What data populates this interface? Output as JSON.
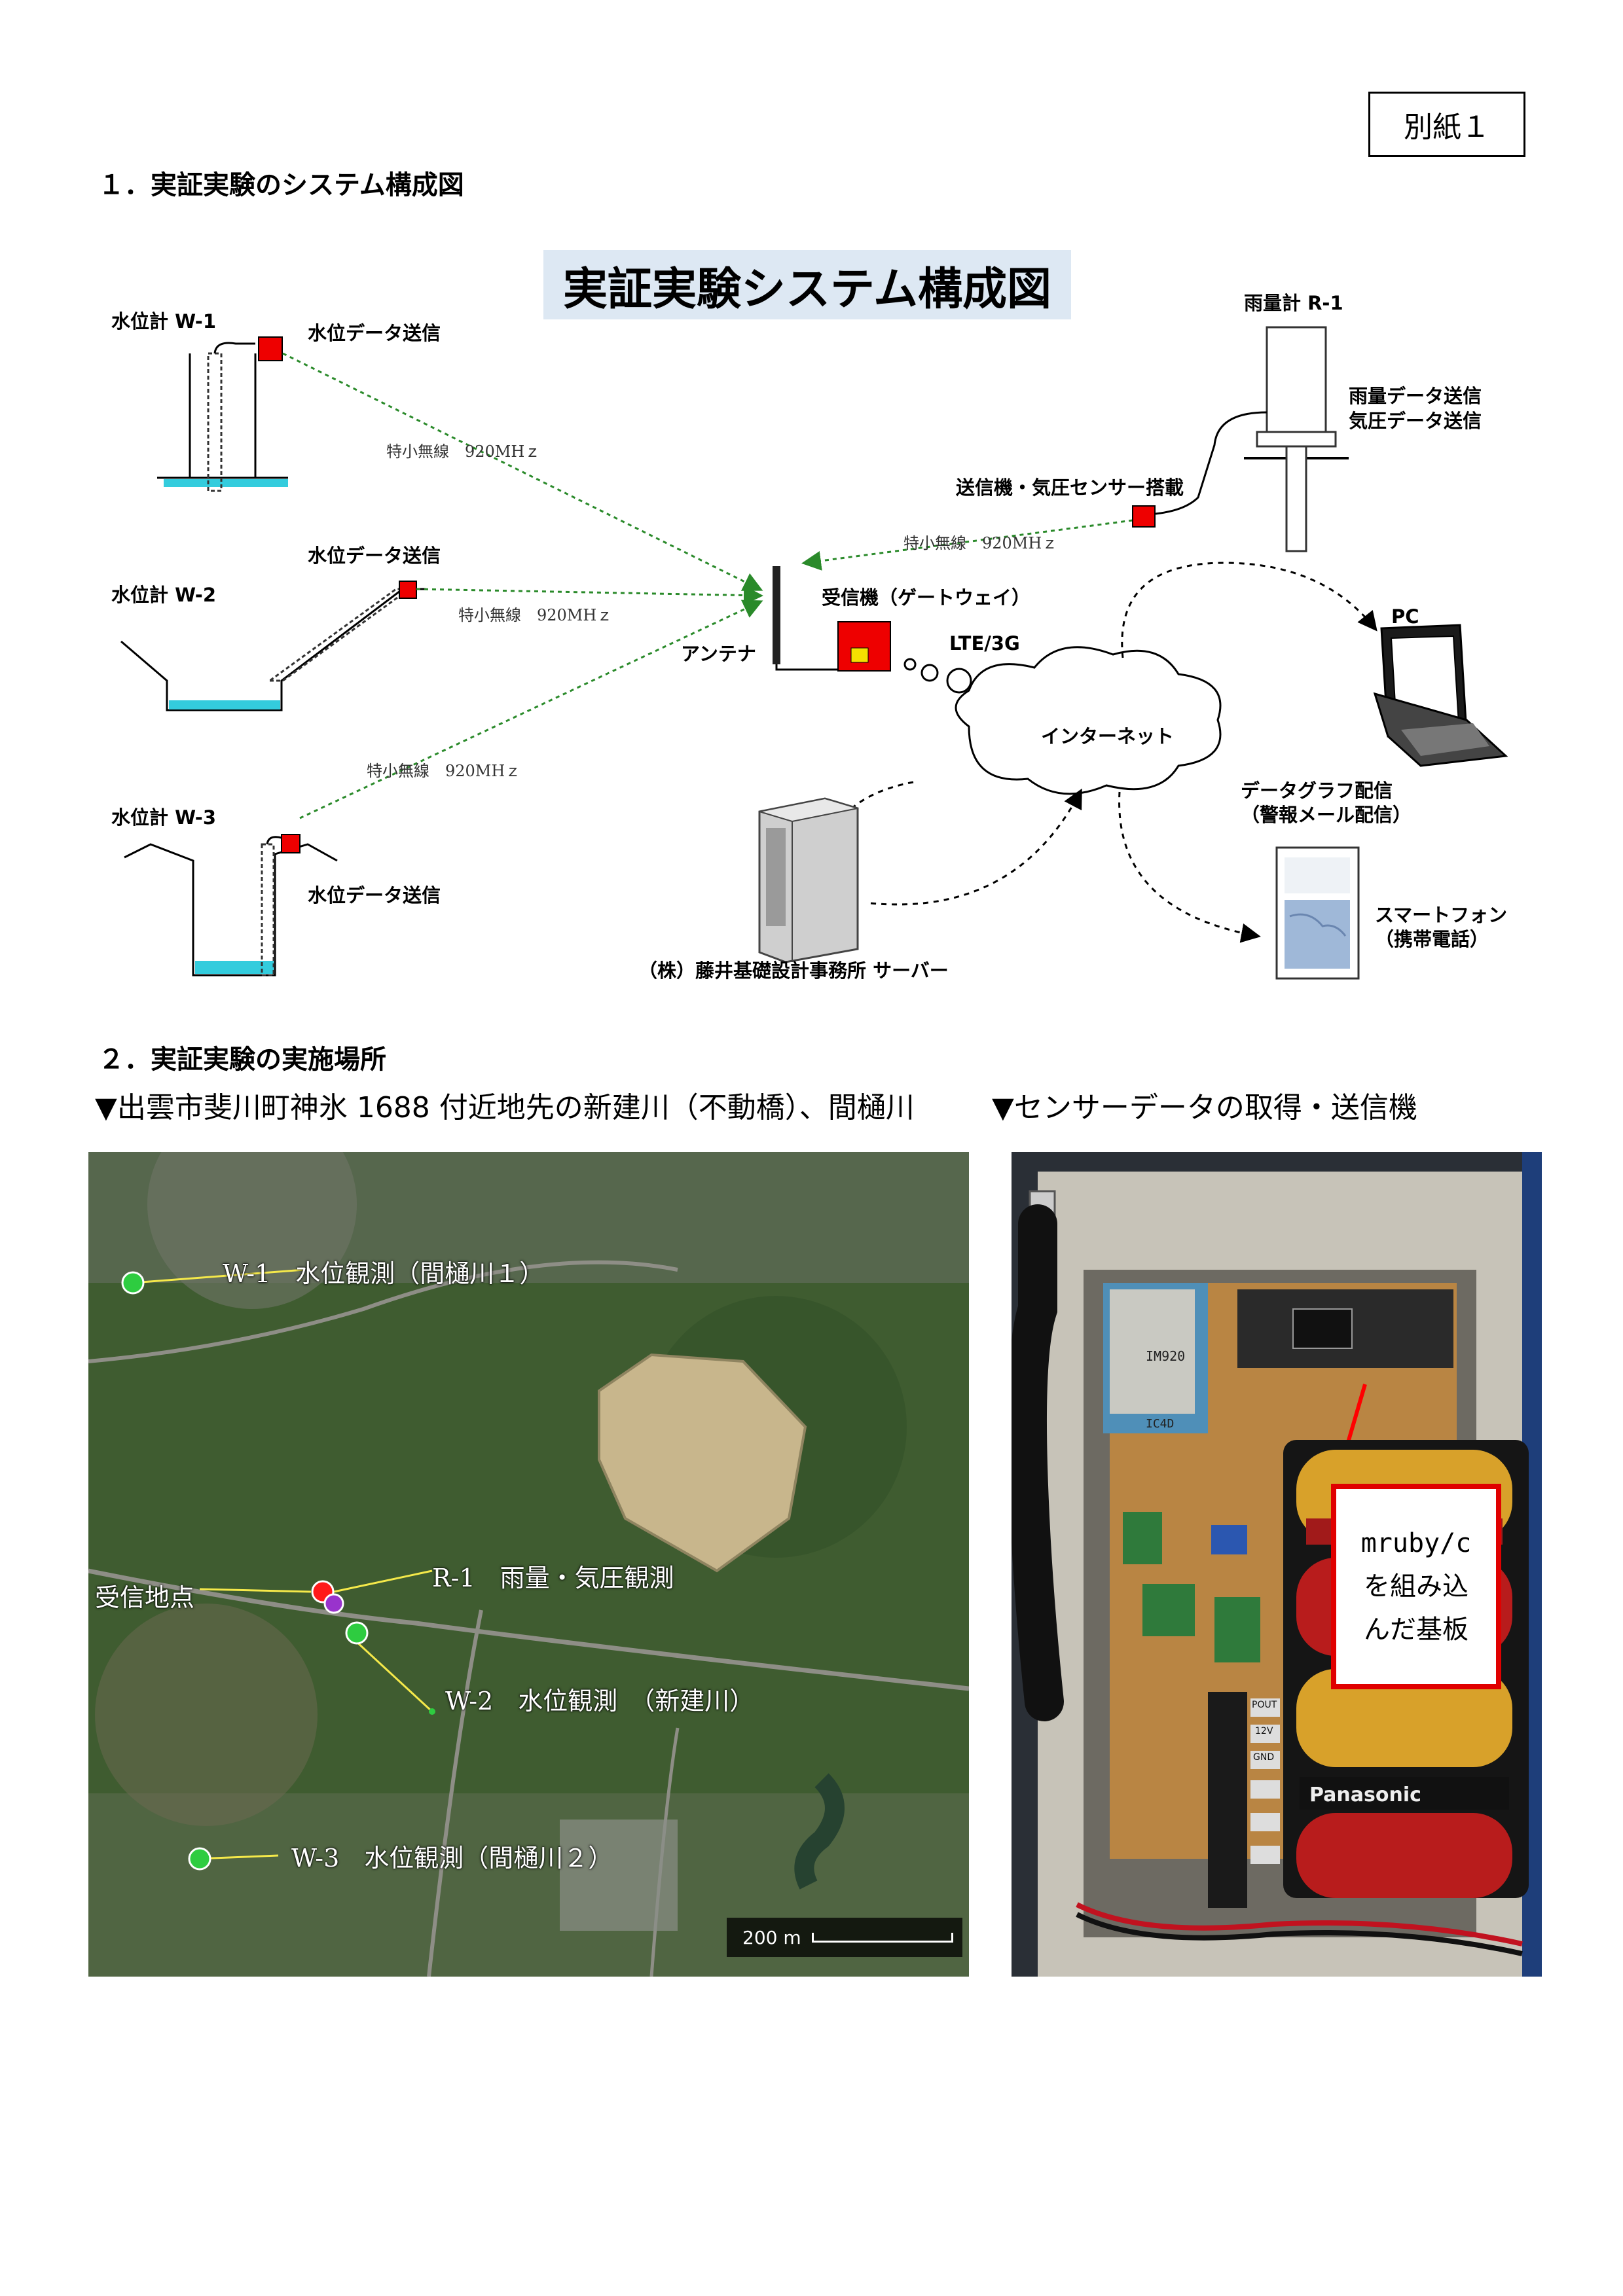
{
  "header": {
    "attachment": "別紙１"
  },
  "section1": {
    "heading": "１．実証実験のシステム構成図",
    "diagram_title": "実証実験システム構成図",
    "w1": "水位計 W-1",
    "w2": "水位計 W-2",
    "w3": "水位計 W-3",
    "send_w1": "水位データ送信",
    "send_w2": "水位データ送信",
    "send_w3": "水位データ送信",
    "radio1": "特小無線　920MHｚ",
    "radio2": "特小無線　920MHｚ",
    "radio3": "特小無線　920MHｚ",
    "radio4": "特小無線　920MHｚ",
    "rain_gauge": "雨量計 R-1",
    "rain_send": "雨量データ送信",
    "pressure_send": "気圧データ送信",
    "transmitter": "送信機・気圧センサー搭載",
    "receiver": "受信機（ゲートウェイ）",
    "antenna": "アンテナ",
    "lte": "LTE/3G",
    "internet": "インターネット",
    "pc": "PC",
    "graph1": "データグラフ配信",
    "graph2": "（警報メール配信）",
    "smartphone1": "スマートフォン",
    "smartphone2": "（携帯電話）",
    "server": "（株）藤井基礎設計事務所 サーバー"
  },
  "section2": {
    "heading": "２．実証実験の実施場所",
    "location": "▼出雲市斐川町神氷 1688 付近地先の新建川（不動橋）、間樋川",
    "sensor": "▼センサーデータの取得・送信機"
  },
  "map": {
    "w1": "W-1　水位観測（間樋川１）",
    "receive_point": "受信地点",
    "r1": "R-1　雨量・気圧観測",
    "w2": "W-2　水位観測　（新建川）",
    "w3": "W-3　水位観測（間樋川２）",
    "scale": "200 m"
  },
  "photo": {
    "callout_1": "mruby/c",
    "callout_2": "を組み込",
    "callout_3": "んだ基板",
    "module_label": "IM920",
    "ic_label": "IC4D",
    "battery_brand": "Panasonic",
    "terminal_pout": "POUT",
    "terminal_12v": "12V",
    "terminal_gnd": "GND"
  },
  "colors": {
    "water": "#33ccdd",
    "transmitter_red": "#ee0000",
    "radio_line": "#2a8a2a",
    "title_bg": "#dde8f3",
    "marker_green": "#2ecc40",
    "marker_red": "#ff1a1a",
    "marker_purple": "#9933cc"
  }
}
